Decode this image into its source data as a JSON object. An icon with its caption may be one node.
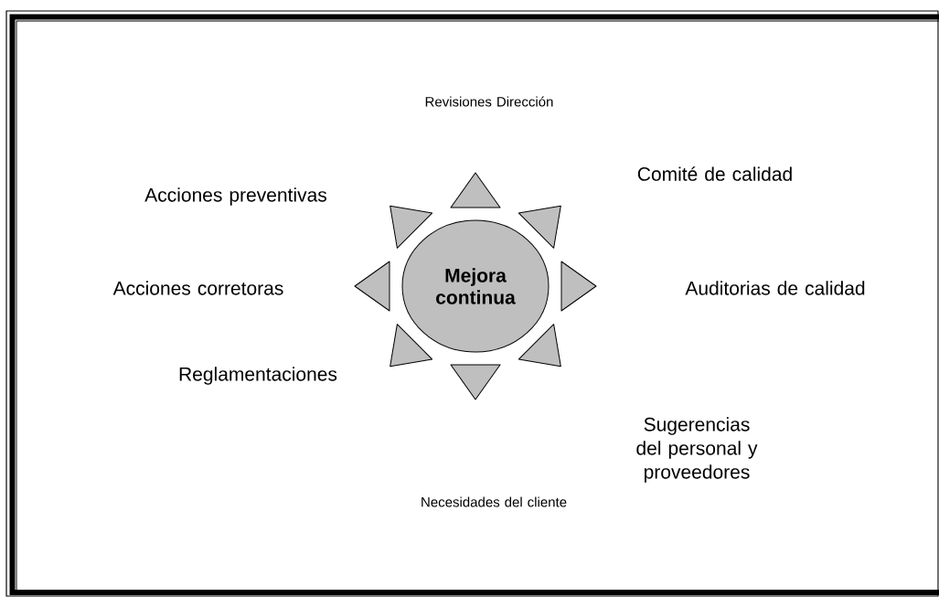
{
  "diagram": {
    "nodes": [
      {
        "text": [
          "Mejora continua"
        ]
      }
    ],
    "labels": [
      "Revisiones Dirección",
      "Comité de calidad",
      "Acciones preventivas",
      "Acciones corretoras",
      "Auditorias de calidad",
      "Reglamentaciones",
      "Sugerencias del personal y proveedores",
      "Necesidades del cliente"
    ]
  }
}
